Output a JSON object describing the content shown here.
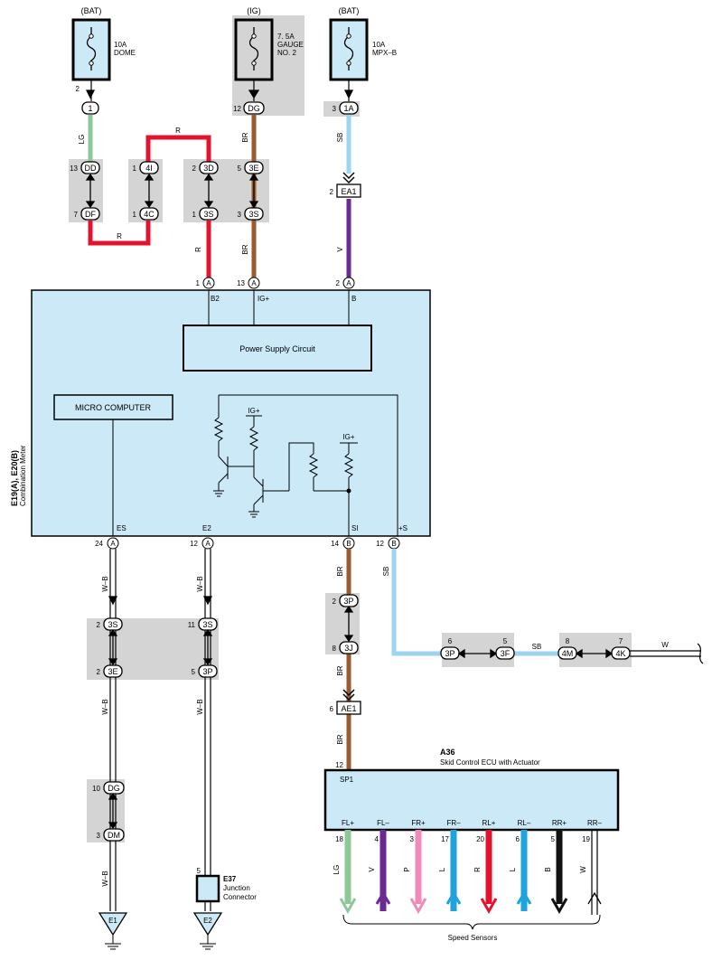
{
  "colors": {
    "LG": "#8ec89a",
    "R": "#e3132d",
    "BR": "#9b5a2f",
    "SB": "#9dd4ef",
    "V": "#6a2a92",
    "W": "#ffffff",
    "P": "#f08ab8",
    "L": "#1ea3dc",
    "B": "#111111",
    "component_fill": "#cce9f8",
    "connector_shade": "#d4d4d4"
  },
  "fuses": [
    {
      "source": "(BAT)",
      "rating": "10A",
      "name": "DOME"
    },
    {
      "source": "(IG)",
      "rating": "7. 5A",
      "name": "GAUGE",
      "name2": "NO. 2"
    },
    {
      "source": "(BAT)",
      "rating": "10A",
      "name": "MPX–B"
    }
  ],
  "connectors": {
    "c1": {
      "pin": "2",
      "id": "1"
    },
    "dg": {
      "pin": "12",
      "id": "DG"
    },
    "c1a": {
      "pin": "3",
      "id": "1A"
    },
    "dd": {
      "pin": "13",
      "id": "DD"
    },
    "df": {
      "pin": "7",
      "id": "DF"
    },
    "c4i": {
      "pin": "1",
      "id": "4I"
    },
    "c4c": {
      "pin": "1",
      "id": "4C"
    },
    "c3d": {
      "pin": "2",
      "id": "3D"
    },
    "c3s_top": {
      "pin": "1",
      "id": "3S"
    },
    "c3e_top": {
      "pin": "5",
      "id": "3E"
    },
    "c3s_top2": {
      "pin": "3",
      "id": "3S"
    },
    "ea1": {
      "pin": "2",
      "id": "EA1"
    },
    "meter_b2": {
      "pin": "1",
      "id": "A"
    },
    "meter_ig": {
      "pin": "13",
      "id": "A"
    },
    "meter_b": {
      "pin": "2",
      "id": "A"
    },
    "meter_es": {
      "pin": "24",
      "id": "A"
    },
    "meter_e2": {
      "pin": "12",
      "id": "A"
    },
    "meter_si": {
      "pin": "14",
      "id": "B"
    },
    "meter_s": {
      "pin": "12",
      "id": "B"
    },
    "c3s_mid": {
      "pin": "2",
      "id": "3S"
    },
    "c3s_mid2": {
      "pin": "11",
      "id": "3S"
    },
    "c3e_mid": {
      "pin": "2",
      "id": "3E"
    },
    "c3p_mid": {
      "pin": "5",
      "id": "3P"
    },
    "c3p_r": {
      "pin": "2",
      "id": "3P"
    },
    "c3j": {
      "pin": "8",
      "id": "3J"
    },
    "ae1": {
      "pin": "6",
      "id": "AE1"
    },
    "c3p_h": {
      "pin": "6",
      "id": "3P"
    },
    "c3f": {
      "pin": "5",
      "id": "3F"
    },
    "c4m": {
      "pin": "8",
      "id": "4M"
    },
    "c4k": {
      "pin": "7",
      "id": "4K"
    },
    "dg_low": {
      "pin": "10",
      "id": "DG"
    },
    "dm": {
      "pin": "3",
      "id": "DM"
    },
    "ground_pin": {
      "pin": "5"
    }
  },
  "wires": {
    "lg": "LG",
    "r_mid": "R",
    "r_low": "R",
    "r_vert": "R",
    "br": "BR",
    "br2": "BR",
    "sb": "SB",
    "v": "V",
    "wb1": "W–B",
    "wb2": "W–B",
    "wb3": "W–B",
    "wb4": "W–B",
    "wb5": "W–B",
    "br_si": "BR",
    "br_si2": "BR",
    "br_si3": "BR",
    "sb_s": "SB",
    "sb_h": "SB",
    "w_h": "W",
    "sp1_pin": "12"
  },
  "meter": {
    "ids": "E19(A), E20(B)",
    "name": "Combination Meter",
    "terminals": {
      "b2": "B2",
      "ig": "IG+",
      "b": "B",
      "es": "ES",
      "e2": "E2",
      "si": "SI",
      "s": "+S"
    },
    "power_supply": "Power Supply Circuit",
    "micro": "MICRO COMPUTER",
    "ig1": "IG+",
    "ig2": "IG+"
  },
  "ecu": {
    "id": "A36",
    "name": "Skid Control ECU with Actuator",
    "sp1": "SP1",
    "terminals": [
      {
        "label": "FL+",
        "pin": "18",
        "color_code": "LG",
        "color": "#8ec89a",
        "dir": "down"
      },
      {
        "label": "FL–",
        "pin": "4",
        "color_code": "V",
        "color": "#6a2a92",
        "dir": "up"
      },
      {
        "label": "FR+",
        "pin": "3",
        "color_code": "P",
        "color": "#f08ab8",
        "dir": "down"
      },
      {
        "label": "FR–",
        "pin": "17",
        "color_code": "L",
        "color": "#1ea3dc",
        "dir": "up"
      },
      {
        "label": "RL+",
        "pin": "20",
        "color_code": "R",
        "color": "#e3132d",
        "dir": "down"
      },
      {
        "label": "RL–",
        "pin": "6",
        "color_code": "L",
        "color": "#1ea3dc",
        "dir": "up"
      },
      {
        "label": "RR+",
        "pin": "5",
        "color_code": "B",
        "color": "#111111",
        "dir": "down"
      },
      {
        "label": "RR–",
        "pin": "19",
        "color_code": "W",
        "color": "#ffffff",
        "dir": "up"
      }
    ],
    "sensors": "Speed Sensors"
  },
  "junction": {
    "id": "E37",
    "line1": "Junction",
    "line2": "Connector"
  },
  "grounds": [
    {
      "label": "E1"
    },
    {
      "label": "E2"
    }
  ]
}
